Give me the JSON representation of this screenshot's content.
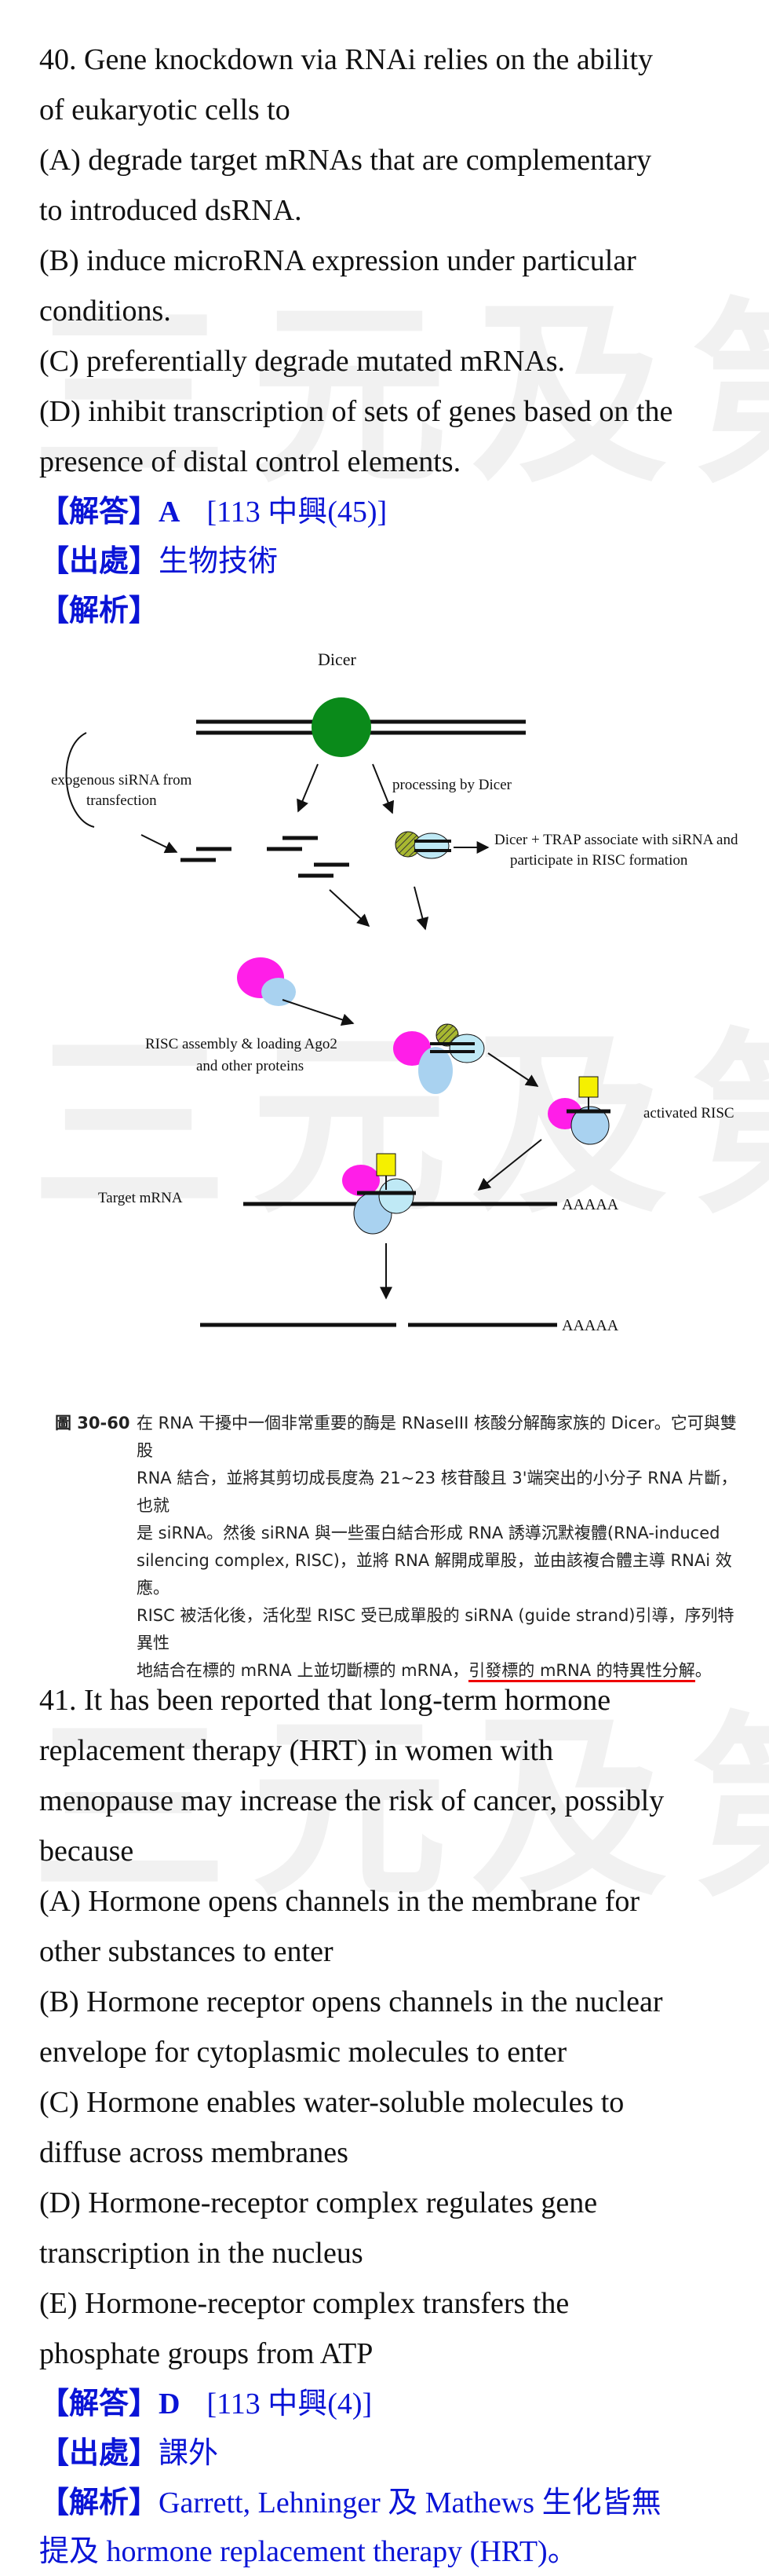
{
  "watermark": "三元及第",
  "q40": {
    "lines": [
      "40. Gene knockdown via RNAi relies on the ability",
      "of eukaryotic cells to",
      "(A) degrade target mRNAs that are complementary",
      "to introduced dsRNA.",
      "(B) induce microRNA expression under particular",
      "conditions.",
      "(C) preferentially degrade mutated mRNAs.",
      "(D) inhibit transcription of sets of genes based on the",
      "presence of distal control elements."
    ],
    "answer_label": "【解答】",
    "answer_value": "A",
    "answer_ref": "[113 中興(45)]",
    "source_label": "【出處】",
    "source_value": "生物技術",
    "explain_label": "【解析】"
  },
  "figure": {
    "labels": {
      "dicer": "Dicer",
      "exogenous1": "exogenous siRNA from",
      "exogenous2": "transfection",
      "processing": "processing by Dicer",
      "trap1": "Dicer + TRAP associate with siRNA and",
      "trap2": "participate in RISC formation",
      "risc1": "RISC assembly & loading Ago2",
      "risc2": "and other proteins",
      "activated": "activated RISC",
      "target": "Target mRNA",
      "polya1": "AAAAA",
      "polya2": "AAAAA"
    },
    "caption_num": "圖 30-60",
    "caption_lines": [
      "在 RNA 干擾中一個非常重要的酶是 RNaseIII 核酸分解酶家族的 Dicer。它可與雙股",
      "RNA 結合，並將其剪切成長度為 21~23 核苷酸且 3'端突出的小分子 RNA 片斷，也就",
      "是 siRNA。然後 siRNA 與一些蛋白結合形成 RNA 誘導沉默複體(RNA-induced",
      "silencing complex, RISC)，並將 RNA 解開成單股，並由該複合體主導 RNAi 效應。",
      "RISC 被活化後，活化型 RISC 受已成單股的 siRNA (guide strand)引導，序列特異性"
    ],
    "caption_last_a": "地結合在標的 mRNA 上並切斷標的 mRNA，",
    "caption_last_b": "引發標的 mRNA 的特異性分解",
    "caption_last_c": "。"
  },
  "q41": {
    "lines": [
      "41. It has been reported that long-term hormone",
      "replacement therapy (HRT) in women with",
      "menopause may increase the risk of cancer, possibly",
      "because",
      "(A) Hormone opens channels in the membrane for",
      "other substances to enter",
      "(B) Hormone receptor opens channels in the nuclear",
      "envelope for cytoplasmic molecules to enter",
      "(C) Hormone enables water-soluble molecules to",
      "diffuse across membranes",
      "(D) Hormone-receptor complex regulates gene",
      "transcription in the nucleus",
      "(E) Hormone-receptor complex transfers the",
      "phosphate groups from ATP"
    ],
    "answer_label": "【解答】",
    "answer_value": "D",
    "answer_ref": "[113 中興(4)]",
    "source_label": "【出處】",
    "source_value": "課外",
    "explain_label": "【解析】",
    "explain_line1": "Garrett, Lehninger 及 Mathews 生化皆無",
    "explain_line2": "提及 hormone replacement therapy (HRT)。"
  },
  "colors": {
    "answer_blue": "#0a14d6",
    "dicer_green": "#0a8a1a",
    "protein_magenta": "#ff1ee8",
    "protein_lightblue": "#a9d2f0",
    "protein_yellow": "#f5f000",
    "caption_underline": "#e00000"
  }
}
